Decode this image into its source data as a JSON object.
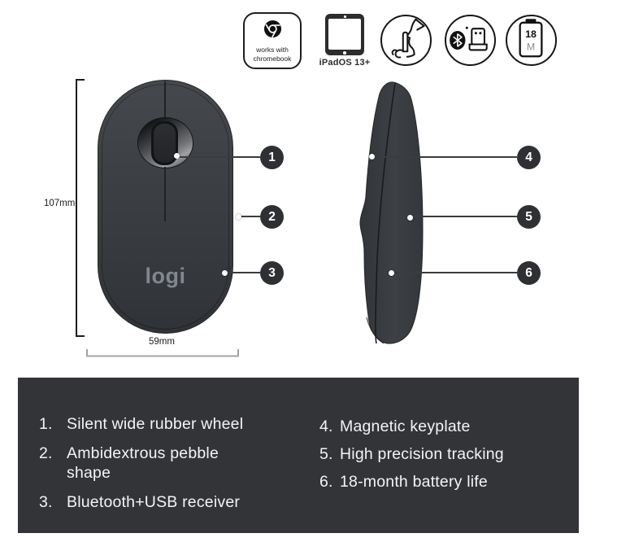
{
  "header_icons": {
    "chromebook_badge": {
      "line1": "works with",
      "line2": "chromebook"
    },
    "ipad_label": "iPadOS 13+",
    "battery_months": "18",
    "battery_unit": "M"
  },
  "dimensions": {
    "height": "107mm",
    "width": "59mm"
  },
  "brand_logo": "logi",
  "callout_numbers": [
    "1",
    "2",
    "3",
    "4",
    "5",
    "6"
  ],
  "features": {
    "left": [
      {
        "num": "1.",
        "text": "Silent wide rubber wheel"
      },
      {
        "num": "2.",
        "text": "Ambidextrous pebble\nshape"
      },
      {
        "num": "3.",
        "text": "Bluetooth+USB receiver"
      }
    ],
    "right": [
      {
        "num": "4.",
        "text": "Magnetic keyplate"
      },
      {
        "num": "5.",
        "text": "High precision tracking"
      },
      {
        "num": "6.",
        "text": "18-month battery life"
      }
    ]
  },
  "colors": {
    "panel_bg": "#323438",
    "mouse_body": "#3b3e43",
    "callout_bg": "#2e3033",
    "accent_text": "#f4f4f5"
  }
}
